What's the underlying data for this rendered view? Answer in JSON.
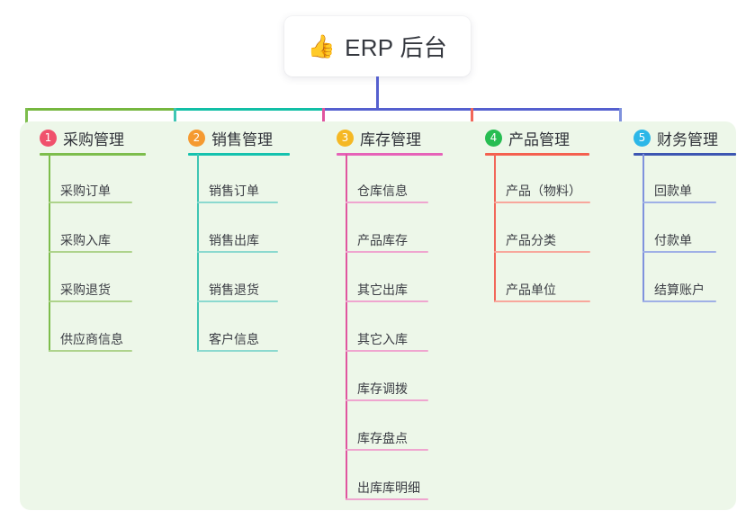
{
  "page": {
    "background": "#ffffff",
    "panel_color": "#edf7e9"
  },
  "root": {
    "icon": "thumbs-up-icon",
    "icon_glyph": "👍",
    "title": "ERP 后台"
  },
  "connectors": {
    "trunk_color": "#5560cf",
    "bus_segments": [
      {
        "color": "#76b73f"
      },
      {
        "color": "#12bfa6"
      },
      {
        "color": "#5560cf"
      }
    ]
  },
  "columns": [
    {
      "index": "1",
      "title": "采购管理",
      "badge_color": "#f0516c",
      "rule_color": "#7dbd4c",
      "line_color": "#7dbd4c",
      "item_rule_color": "#aed38c",
      "rule_width": 118,
      "item_rule_width": 93,
      "items": [
        "采购订单",
        "采购入库",
        "采购退货",
        "供应商信息"
      ]
    },
    {
      "index": "2",
      "title": "销售管理",
      "badge_color": "#f59a31",
      "rule_color": "#14c2ae",
      "line_color": "#3fc6b4",
      "item_rule_color": "#8bd9cf",
      "rule_width": 113,
      "item_rule_width": 90,
      "items": [
        "销售订单",
        "销售出库",
        "销售退货",
        "客户信息"
      ]
    },
    {
      "index": "3",
      "title": "库存管理",
      "badge_color": "#f5b824",
      "rule_color": "#e662b8",
      "line_color": "#e0559f",
      "item_rule_color": "#efa5cf",
      "rule_width": 118,
      "item_rule_width": 92,
      "items": [
        "仓库信息",
        "产品库存",
        "其它出库",
        "其它入库",
        "库存调拨",
        "库存盘点",
        "出库库明细"
      ]
    },
    {
      "index": "4",
      "title": "产品管理",
      "badge_color": "#27bd52",
      "rule_color": "#f4604f",
      "line_color": "#f2675a",
      "item_rule_color": "#f8a79c",
      "rule_width": 116,
      "item_rule_width": 107,
      "items": [
        "产品（物料）",
        "产品分类",
        "产品单位"
      ]
    },
    {
      "index": "5",
      "title": "财务管理",
      "badge_color": "#2cb7e8",
      "rule_color": "#3d56b2",
      "line_color": "#7f92dd",
      "item_rule_color": "#9fb0e6",
      "rule_width": 114,
      "item_rule_width": 82,
      "items": [
        "回款单",
        "付款单",
        "结算账户"
      ]
    }
  ]
}
